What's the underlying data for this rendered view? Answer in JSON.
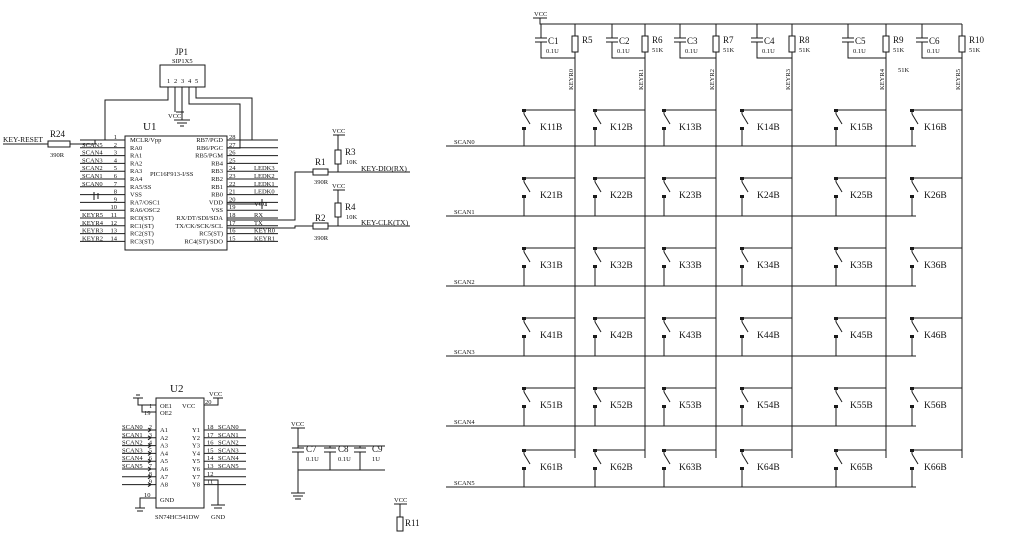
{
  "jp1": {
    "ref": "JP1",
    "value": "SIP1X5",
    "vcc": "VCC",
    "pins": [
      "1",
      "2",
      "3",
      "4",
      "5"
    ]
  },
  "u1": {
    "ref": "U1",
    "part": "PIC16F913-I/SS",
    "left_pins": [
      {
        "num": "1",
        "name": "MCLR/Vpp",
        "net": ""
      },
      {
        "num": "2",
        "name": "RA0",
        "net": "SCAN5"
      },
      {
        "num": "3",
        "name": "RA1",
        "net": "SCAN4"
      },
      {
        "num": "4",
        "name": "RA2",
        "net": "SCAN3"
      },
      {
        "num": "5",
        "name": "RA3",
        "net": "SCAN2"
      },
      {
        "num": "6",
        "name": "RA4",
        "net": "SCAN1"
      },
      {
        "num": "7",
        "name": "RA5/SS",
        "net": "SCAN0"
      },
      {
        "num": "8",
        "name": "VSS",
        "net": ""
      },
      {
        "num": "9",
        "name": "RA7/OSC1",
        "net": ""
      },
      {
        "num": "10",
        "name": "RA6/OSC2",
        "net": ""
      },
      {
        "num": "11",
        "name": "RC0(ST)",
        "net": "KEYR5"
      },
      {
        "num": "12",
        "name": "RC1(ST)",
        "net": "KEYR4"
      },
      {
        "num": "13",
        "name": "RC2(ST)",
        "net": "KEYR3"
      },
      {
        "num": "14",
        "name": "RC3(ST)",
        "net": "KEYR2"
      }
    ],
    "right_pins": [
      {
        "num": "28",
        "name": "RB7/PGD",
        "net": ""
      },
      {
        "num": "27",
        "name": "RB6/PGC",
        "net": ""
      },
      {
        "num": "26",
        "name": "RB5/PGM",
        "net": ""
      },
      {
        "num": "25",
        "name": "RB4",
        "net": ""
      },
      {
        "num": "24",
        "name": "RB3",
        "net": "LEDK3"
      },
      {
        "num": "23",
        "name": "RB2",
        "net": "LEDK2"
      },
      {
        "num": "22",
        "name": "RB1",
        "net": "LEDK1"
      },
      {
        "num": "21",
        "name": "RB0",
        "net": "LEDK0"
      },
      {
        "num": "20",
        "name": "VDD",
        "net": ""
      },
      {
        "num": "19",
        "name": "VSS",
        "net": ""
      },
      {
        "num": "18",
        "name": "RX/DT/SDI/SDA",
        "net": "RX"
      },
      {
        "num": "17",
        "name": "TX/CK/SCK/SCL",
        "net": "TX"
      },
      {
        "num": "16",
        "name": "RC5(ST)",
        "net": "KEYR0"
      },
      {
        "num": "15",
        "name": "RC4(ST)/SDO",
        "net": "KEYR1"
      }
    ],
    "vcc": "VCC"
  },
  "r24": {
    "ref": "R24",
    "value": "390R",
    "net": "KEY-RESET"
  },
  "r1": {
    "ref": "R1",
    "value": "390R"
  },
  "r2": {
    "ref": "R2",
    "value": "390R"
  },
  "r3": {
    "ref": "R3",
    "value": "10K",
    "vcc": "VCC"
  },
  "r4": {
    "ref": "R4",
    "value": "10K",
    "vcc": "VCC"
  },
  "key_dio": "KEY-DIO(RX)",
  "key_clk": "KEY-CLK(TX)",
  "u2": {
    "ref": "U2",
    "part": "SN74HC541DW",
    "vcc": "VCC",
    "vcc_pin": "20",
    "gnd": "GND",
    "gnd_label": "GND",
    "gnd_pin": "10",
    "oe1": "OE1",
    "oe2": "OE2",
    "oe1_pin": "1",
    "oe2_pin": "19",
    "a_pins": [
      {
        "num": "2",
        "name": "A1",
        "net": "SCAN0"
      },
      {
        "num": "3",
        "name": "A2",
        "net": "SCAN1"
      },
      {
        "num": "4",
        "name": "A3",
        "net": "SCAN2"
      },
      {
        "num": "5",
        "name": "A4",
        "net": "SCAN3"
      },
      {
        "num": "6",
        "name": "A5",
        "net": "SCAN4"
      },
      {
        "num": "7",
        "name": "A6",
        "net": "SCAN5"
      },
      {
        "num": "8",
        "name": "A7",
        "net": ""
      },
      {
        "num": "9",
        "name": "A8",
        "net": ""
      }
    ],
    "y_pins": [
      {
        "num": "18",
        "name": "Y1",
        "net": "SCAN0"
      },
      {
        "num": "17",
        "name": "Y2",
        "net": "SCAN1"
      },
      {
        "num": "16",
        "name": "Y3",
        "net": "SCAN2"
      },
      {
        "num": "15",
        "name": "Y4",
        "net": "SCAN3"
      },
      {
        "num": "14",
        "name": "Y5",
        "net": "SCAN4"
      },
      {
        "num": "13",
        "name": "Y6",
        "net": "SCAN5"
      },
      {
        "num": "12",
        "name": "Y7",
        "net": ""
      },
      {
        "num": "11",
        "name": "Y8",
        "net": ""
      }
    ]
  },
  "decoupling": {
    "vcc": "VCC",
    "caps": [
      {
        "ref": "C7",
        "value": "0.1U"
      },
      {
        "ref": "C8",
        "value": "0.1U"
      },
      {
        "ref": "C9",
        "value": "1U"
      }
    ]
  },
  "r11": {
    "ref": "R11",
    "vcc": "VCC"
  },
  "matrix_vcc": "VCC",
  "columns": [
    {
      "cap": "C1",
      "cap_value": "0.1U",
      "res": "R5",
      "res_value": "",
      "keyr": "KEYR0"
    },
    {
      "cap": "C2",
      "cap_value": "0.1U",
      "res": "R6",
      "res_value": "51K",
      "keyr": "KEYR1"
    },
    {
      "cap": "C3",
      "cap_value": "0.1U",
      "res": "R7",
      "res_value": "51K",
      "keyr": "KEYR2"
    },
    {
      "cap": "C4",
      "cap_value": "0.1U",
      "res": "R8",
      "res_value": "51K",
      "keyr": "KEYR3"
    },
    {
      "cap": "C5",
      "cap_value": "0.1U",
      "res": "R9",
      "res_value": "51K",
      "keyr": "KEYR4"
    },
    {
      "cap": "C6",
      "cap_value": "0.1U",
      "res": "R10",
      "res_value": "51K",
      "keyr": "KEYR5"
    }
  ],
  "extra_label": "51K",
  "scan_rows": [
    "SCAN0",
    "SCAN1",
    "SCAN2",
    "SCAN3",
    "SCAN4",
    "SCAN5"
  ],
  "keys": [
    [
      "K11B",
      "K12B",
      "K13B",
      "K14B",
      "K15B",
      "K16B"
    ],
    [
      "K21B",
      "K22B",
      "K23B",
      "K24B",
      "K25B",
      "K26B"
    ],
    [
      "K31B",
      "K32B",
      "K33B",
      "K34B",
      "K35B",
      "K36B"
    ],
    [
      "K41B",
      "K42B",
      "K43B",
      "K44B",
      "K45B",
      "K46B"
    ],
    [
      "K51B",
      "K52B",
      "K53B",
      "K54B",
      "K55B",
      "K56B"
    ],
    [
      "K61B",
      "K62B",
      "K63B",
      "K64B",
      "K65B",
      "K66B"
    ]
  ]
}
